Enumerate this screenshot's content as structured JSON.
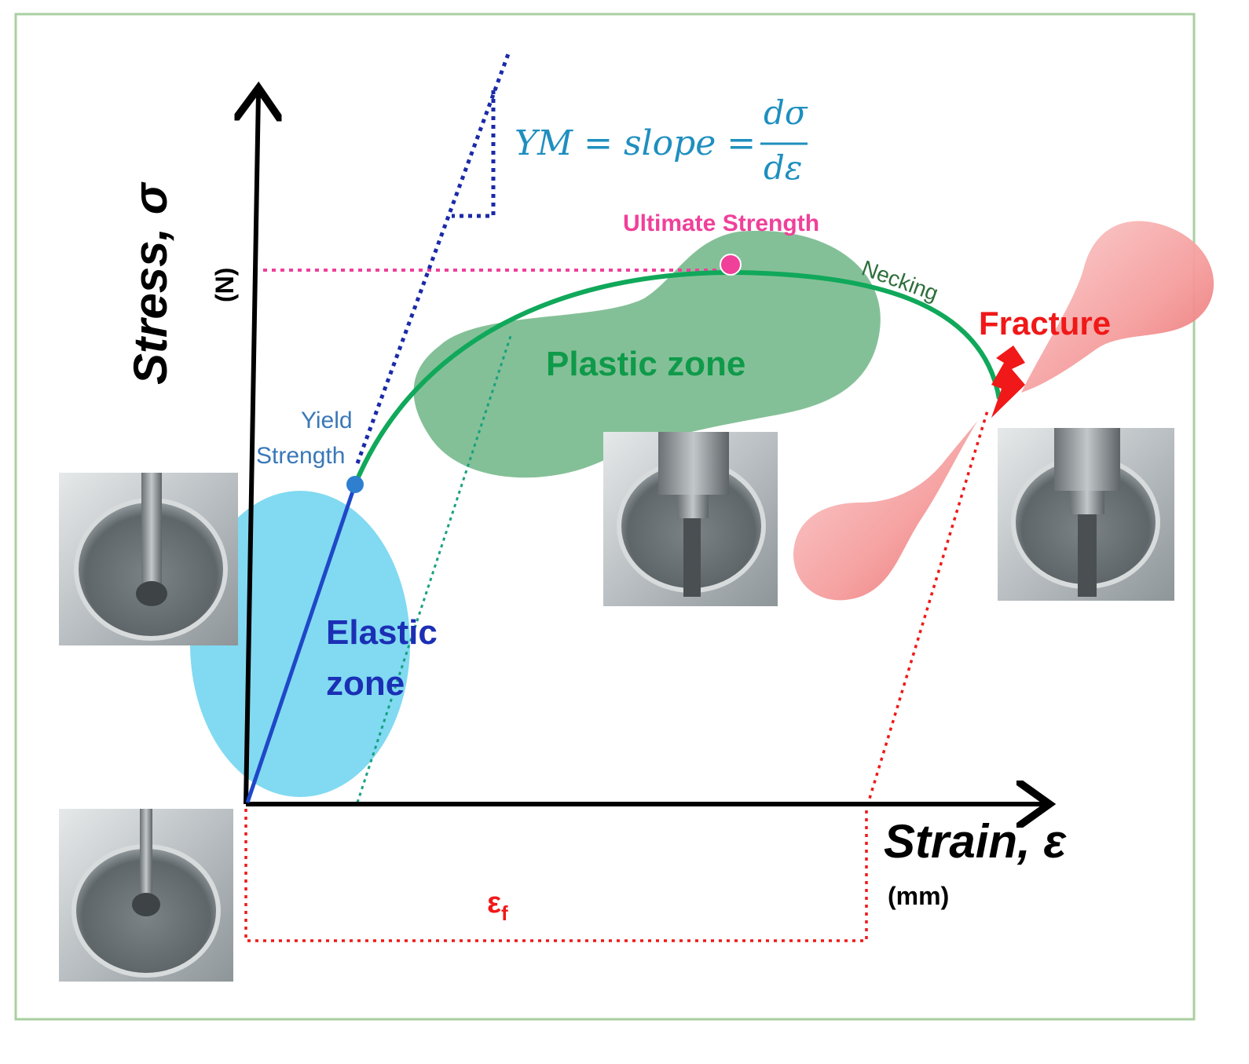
{
  "axes": {
    "y_label": "Stress, σ",
    "y_unit": "(N)",
    "x_label": "Strain, ε",
    "x_unit": "(mm)"
  },
  "labels": {
    "ym_formula_left": "YM = slope = ",
    "ym_formula_num": "dσ",
    "ym_formula_den": "dε",
    "ultimate_strength": "Ultimate Strength",
    "necking": "Necking",
    "fracture": "Fracture",
    "plastic_zone": "Plastic zone",
    "yield_line1": "Yield",
    "yield_line2": "Strength",
    "elastic_line1": "Elastic",
    "elastic_line2": "zone",
    "strain_fracture_main": "ε",
    "strain_fracture_sub": "f"
  },
  "colors": {
    "frame": "#a9cfa0",
    "axis": "#000000",
    "elastic_line": "#1f48c8",
    "curve": "#10a85a",
    "slope_line": "#1a2aa8",
    "ultimate": "#f0409a",
    "yield_point": "#2f7fd0",
    "elastic_zone_fill": "#7ad8f0",
    "plastic_zone_fill": "#6fb585",
    "fracture": "#f01818",
    "fracture_drop": "#f59c9c",
    "formula": "#1e8fbf",
    "elastic_text": "#1b2fb5",
    "plastic_text": "#0f9a4a",
    "necking_text": "#2e6e3a",
    "yield_text": "#3a78b8",
    "offset_line": "#19a080"
  },
  "icons": {
    "fracture_icon": "lightning-bolt"
  }
}
